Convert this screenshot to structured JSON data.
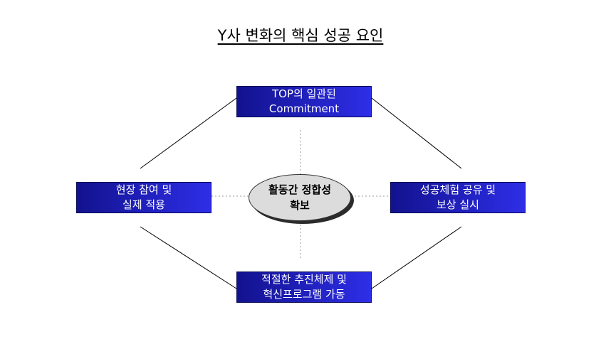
{
  "title": "Y사 변화의 핵심 성공 요인",
  "center": {
    "line1": "활동간 정합성",
    "line2": "확보"
  },
  "boxes": {
    "top": {
      "line1": "TOP의 일관된",
      "line2": "Commitment"
    },
    "left": {
      "line1": "현장 참여 및",
      "line2": "실제 적용"
    },
    "right": {
      "line1": "성공체험 공유 및",
      "line2": "보상 실시"
    },
    "bottom": {
      "line1": "적절한 추진체제 및",
      "line2": "혁신프로그램 가동"
    }
  },
  "colors": {
    "box_dark": "#12128f",
    "box_light": "#2e2ee8",
    "box_text": "#ffffff",
    "ellipse_fill": "#dcdcdc",
    "ellipse_shadow": "#2b2b2b"
  }
}
